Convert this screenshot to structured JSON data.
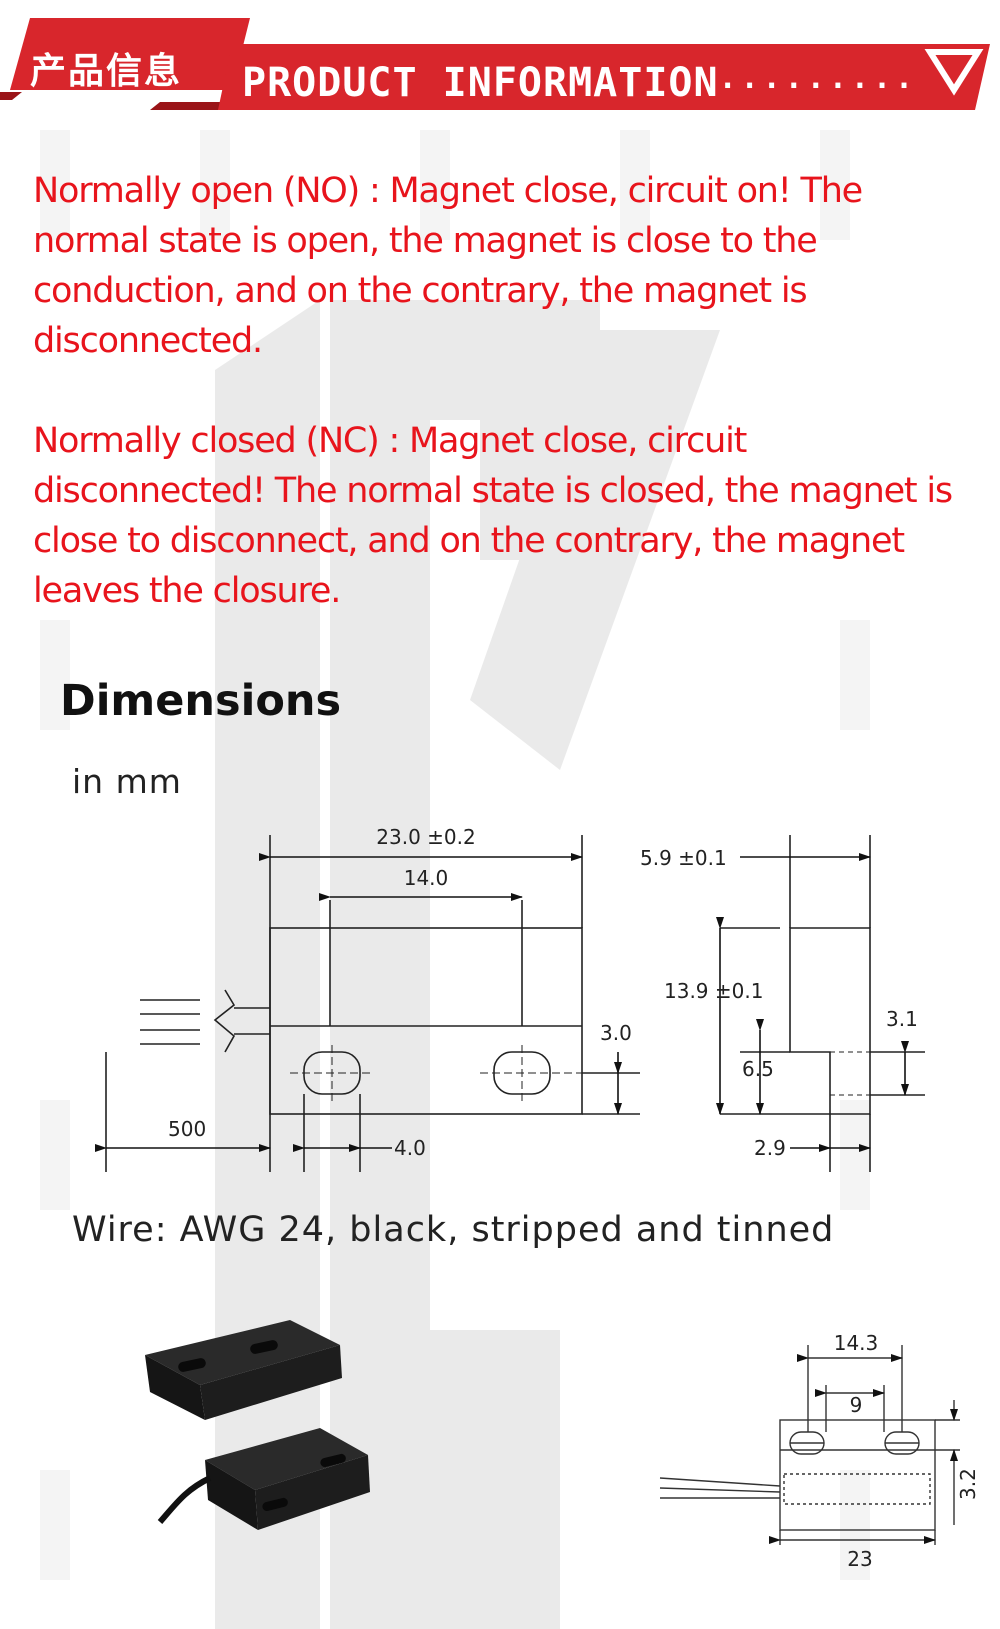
{
  "banner": {
    "title_cn": "产品信息",
    "title_en": "PRODUCT INFORMATION",
    "dots": "·········",
    "colors": {
      "red": "#d8262c",
      "dark_red": "#9a1418"
    }
  },
  "description": {
    "normally_open": "Normally open (NO) : Magnet close, circuit on! The normal state is open, the magnet is close to the conduction, and on the contrary, the magnet is disconnected.",
    "normally_closed": "Normally closed (NC) : Magnet close, circuit disconnected! The normal state is closed, the magnet is close to disconnect, and on the contrary, the magnet leaves the closure.",
    "text_color": "#e8141c"
  },
  "dimensions": {
    "title": "Dimensions",
    "unit": "in mm",
    "labels": {
      "overall_length": "23.0 ±0.2",
      "hole_spacing": "14.0",
      "width": "5.9 ±0.1",
      "height": "13.9 ±0.1",
      "hole_offset": "3.0",
      "step_height": "3.1",
      "mount_height": "6.5",
      "wire_length": "500",
      "hole_width": "4.0",
      "side_depth": "2.9"
    },
    "wire_note": "Wire: AWG 24, black, stripped and tinned"
  },
  "second_drawing": {
    "labels": {
      "hole_outer": "14.3",
      "hole_inner": "9",
      "length": "23",
      "thickness": "3.2"
    }
  }
}
